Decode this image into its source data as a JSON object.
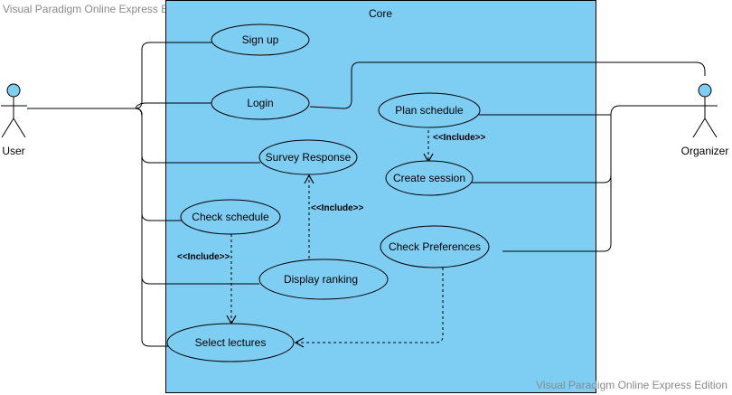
{
  "watermarks": {
    "top": "Visual Paradigm Online Express Edition",
    "bottom": "Visual Paradigm Online Express Edition"
  },
  "system": {
    "name": "Core",
    "fill_color": "#7ecef4"
  },
  "actors": {
    "user": {
      "label": "User",
      "head_color": "#7ecef4"
    },
    "organizer": {
      "label": "Organizer",
      "head_color": "#7ecef4"
    }
  },
  "use_cases": {
    "sign_up": "Sign up",
    "login": "Login",
    "survey_response": "Survey Response",
    "check_schedule": "Check schedule",
    "display_ranking": "Display ranking",
    "select_lectures": "Select lectures",
    "plan_schedule": "Plan schedule",
    "create_session": "Create session",
    "check_preferences": "Check Preferences"
  },
  "relations": {
    "include_label": "<<Include>>"
  }
}
